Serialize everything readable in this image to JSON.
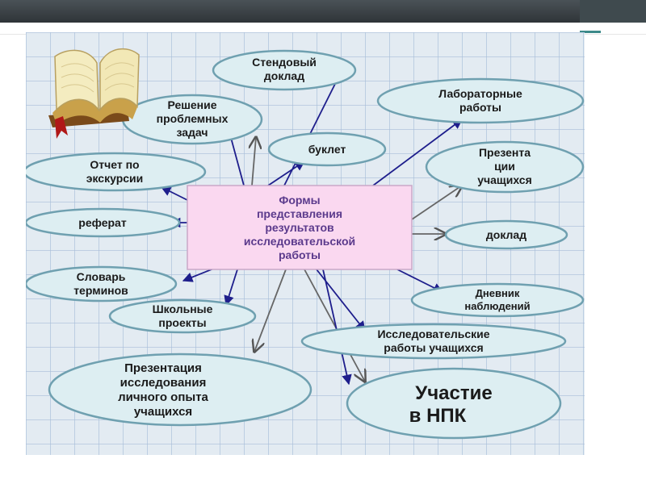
{
  "center": [
    "Формы",
    "представления",
    "результатов",
    "исследовательской",
    "работы"
  ],
  "nodes": {
    "stend": [
      "Стендовый",
      "доклад"
    ],
    "lab": [
      "Лабораторные",
      "работы"
    ],
    "reshenie": [
      "Решение",
      "проблемных",
      "задач"
    ],
    "buklet": [
      "буклет"
    ],
    "otchet": [
      "Отчет по",
      "экскурсии"
    ],
    "prezent_uch": [
      "Презента",
      "ции",
      "учащихся"
    ],
    "referat": [
      "реферат"
    ],
    "doklad": [
      "доклад"
    ],
    "slovar": [
      "Словарь",
      "терминов"
    ],
    "dnevnik": [
      "Дневник",
      "наблюдений"
    ],
    "shkol": [
      "Школьные",
      "проекты"
    ],
    "issled": [
      "Исследовательские",
      "работы учащихся"
    ],
    "prezent_issl": [
      "Презентация",
      "исследования",
      "личного  опыта",
      "учащихся"
    ],
    "npk": [
      "Участие",
      "в НПК"
    ]
  },
  "colors": {
    "ellipse_fill": "#ddeef2",
    "ellipse_stroke": "#6fa0b0",
    "center_fill": "#fad8f0",
    "center_text": "#5b3a8c",
    "arrow": "#1e1e8c",
    "grid": "#a8bdd8"
  },
  "icons": [
    "open-book-icon"
  ]
}
